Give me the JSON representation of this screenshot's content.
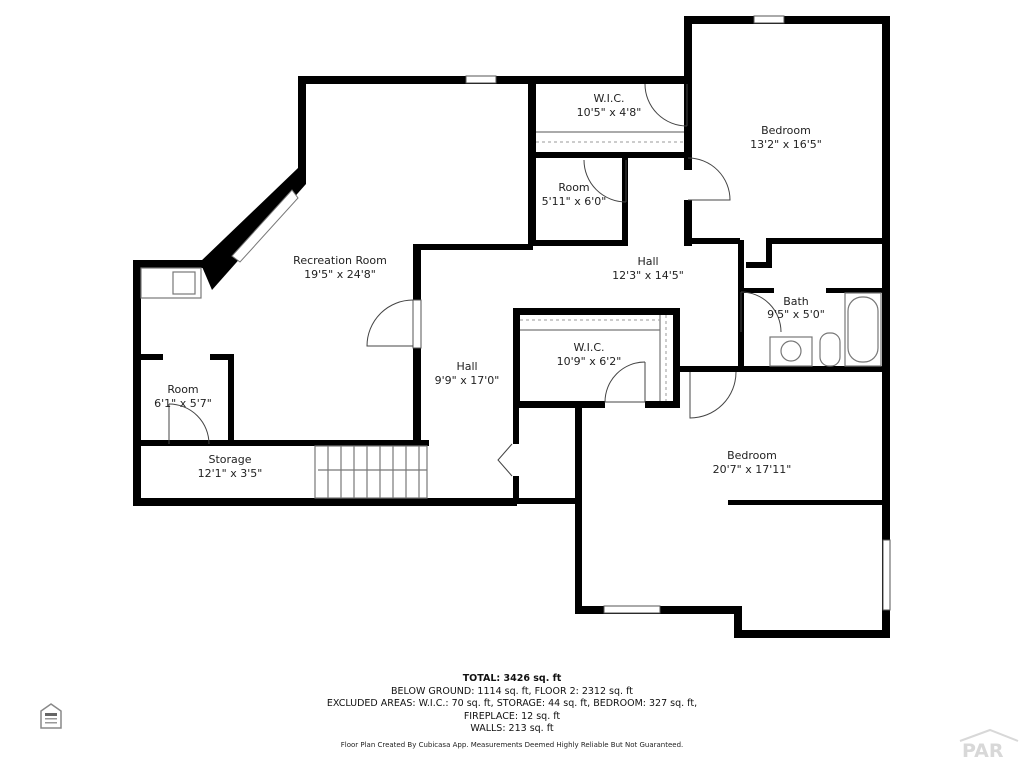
{
  "floor_plan": {
    "rooms": [
      {
        "id": "recreation-room",
        "name": "Recreation Room",
        "dims": "19'5\" x 24'8\""
      },
      {
        "id": "room-left",
        "name": "Room",
        "dims": "6'1\" x 5'7\""
      },
      {
        "id": "storage",
        "name": "Storage",
        "dims": "12'1\" x 3'5\""
      },
      {
        "id": "hall-left",
        "name": "Hall",
        "dims": "9'9\" x 17'0\""
      },
      {
        "id": "wic-top",
        "name": "W.I.C.",
        "dims": "10'5\" x 4'8\""
      },
      {
        "id": "room-small",
        "name": "Room",
        "dims": "5'11\" x 6'0\""
      },
      {
        "id": "bedroom-top",
        "name": "Bedroom",
        "dims": "13'2\" x 16'5\""
      },
      {
        "id": "hall-center",
        "name": "Hall",
        "dims": "12'3\" x 14'5\""
      },
      {
        "id": "bath",
        "name": "Bath",
        "dims": "9'5\" x 5'0\""
      },
      {
        "id": "wic-mid",
        "name": "W.I.C.",
        "dims": "10'9\" x 6'2\""
      },
      {
        "id": "bedroom-bottom",
        "name": "Bedroom",
        "dims": "20'7\" x 17'11\""
      }
    ]
  },
  "summary": {
    "total": "TOTAL: 3426 sq. ft",
    "line1": "BELOW GROUND: 1114 sq. ft, FLOOR 2: 2312 sq. ft",
    "line2": "EXCLUDED AREAS: W.I.C.: 70 sq. ft, STORAGE: 44 sq. ft, BEDROOM: 327 sq. ft,",
    "line3": "FIREPLACE: 12 sq. ft",
    "line4": "WALLS: 213 sq. ft",
    "disclaimer": "Floor Plan Created By Cubicasa App. Measurements Deemed Highly Reliable But Not Guaranteed."
  },
  "logos": {
    "equal_housing": "equal-housing-icon",
    "par": "PAR"
  },
  "colors": {
    "wall": "#000000",
    "background": "#ffffff",
    "watermark": "#d8d8d8"
  }
}
